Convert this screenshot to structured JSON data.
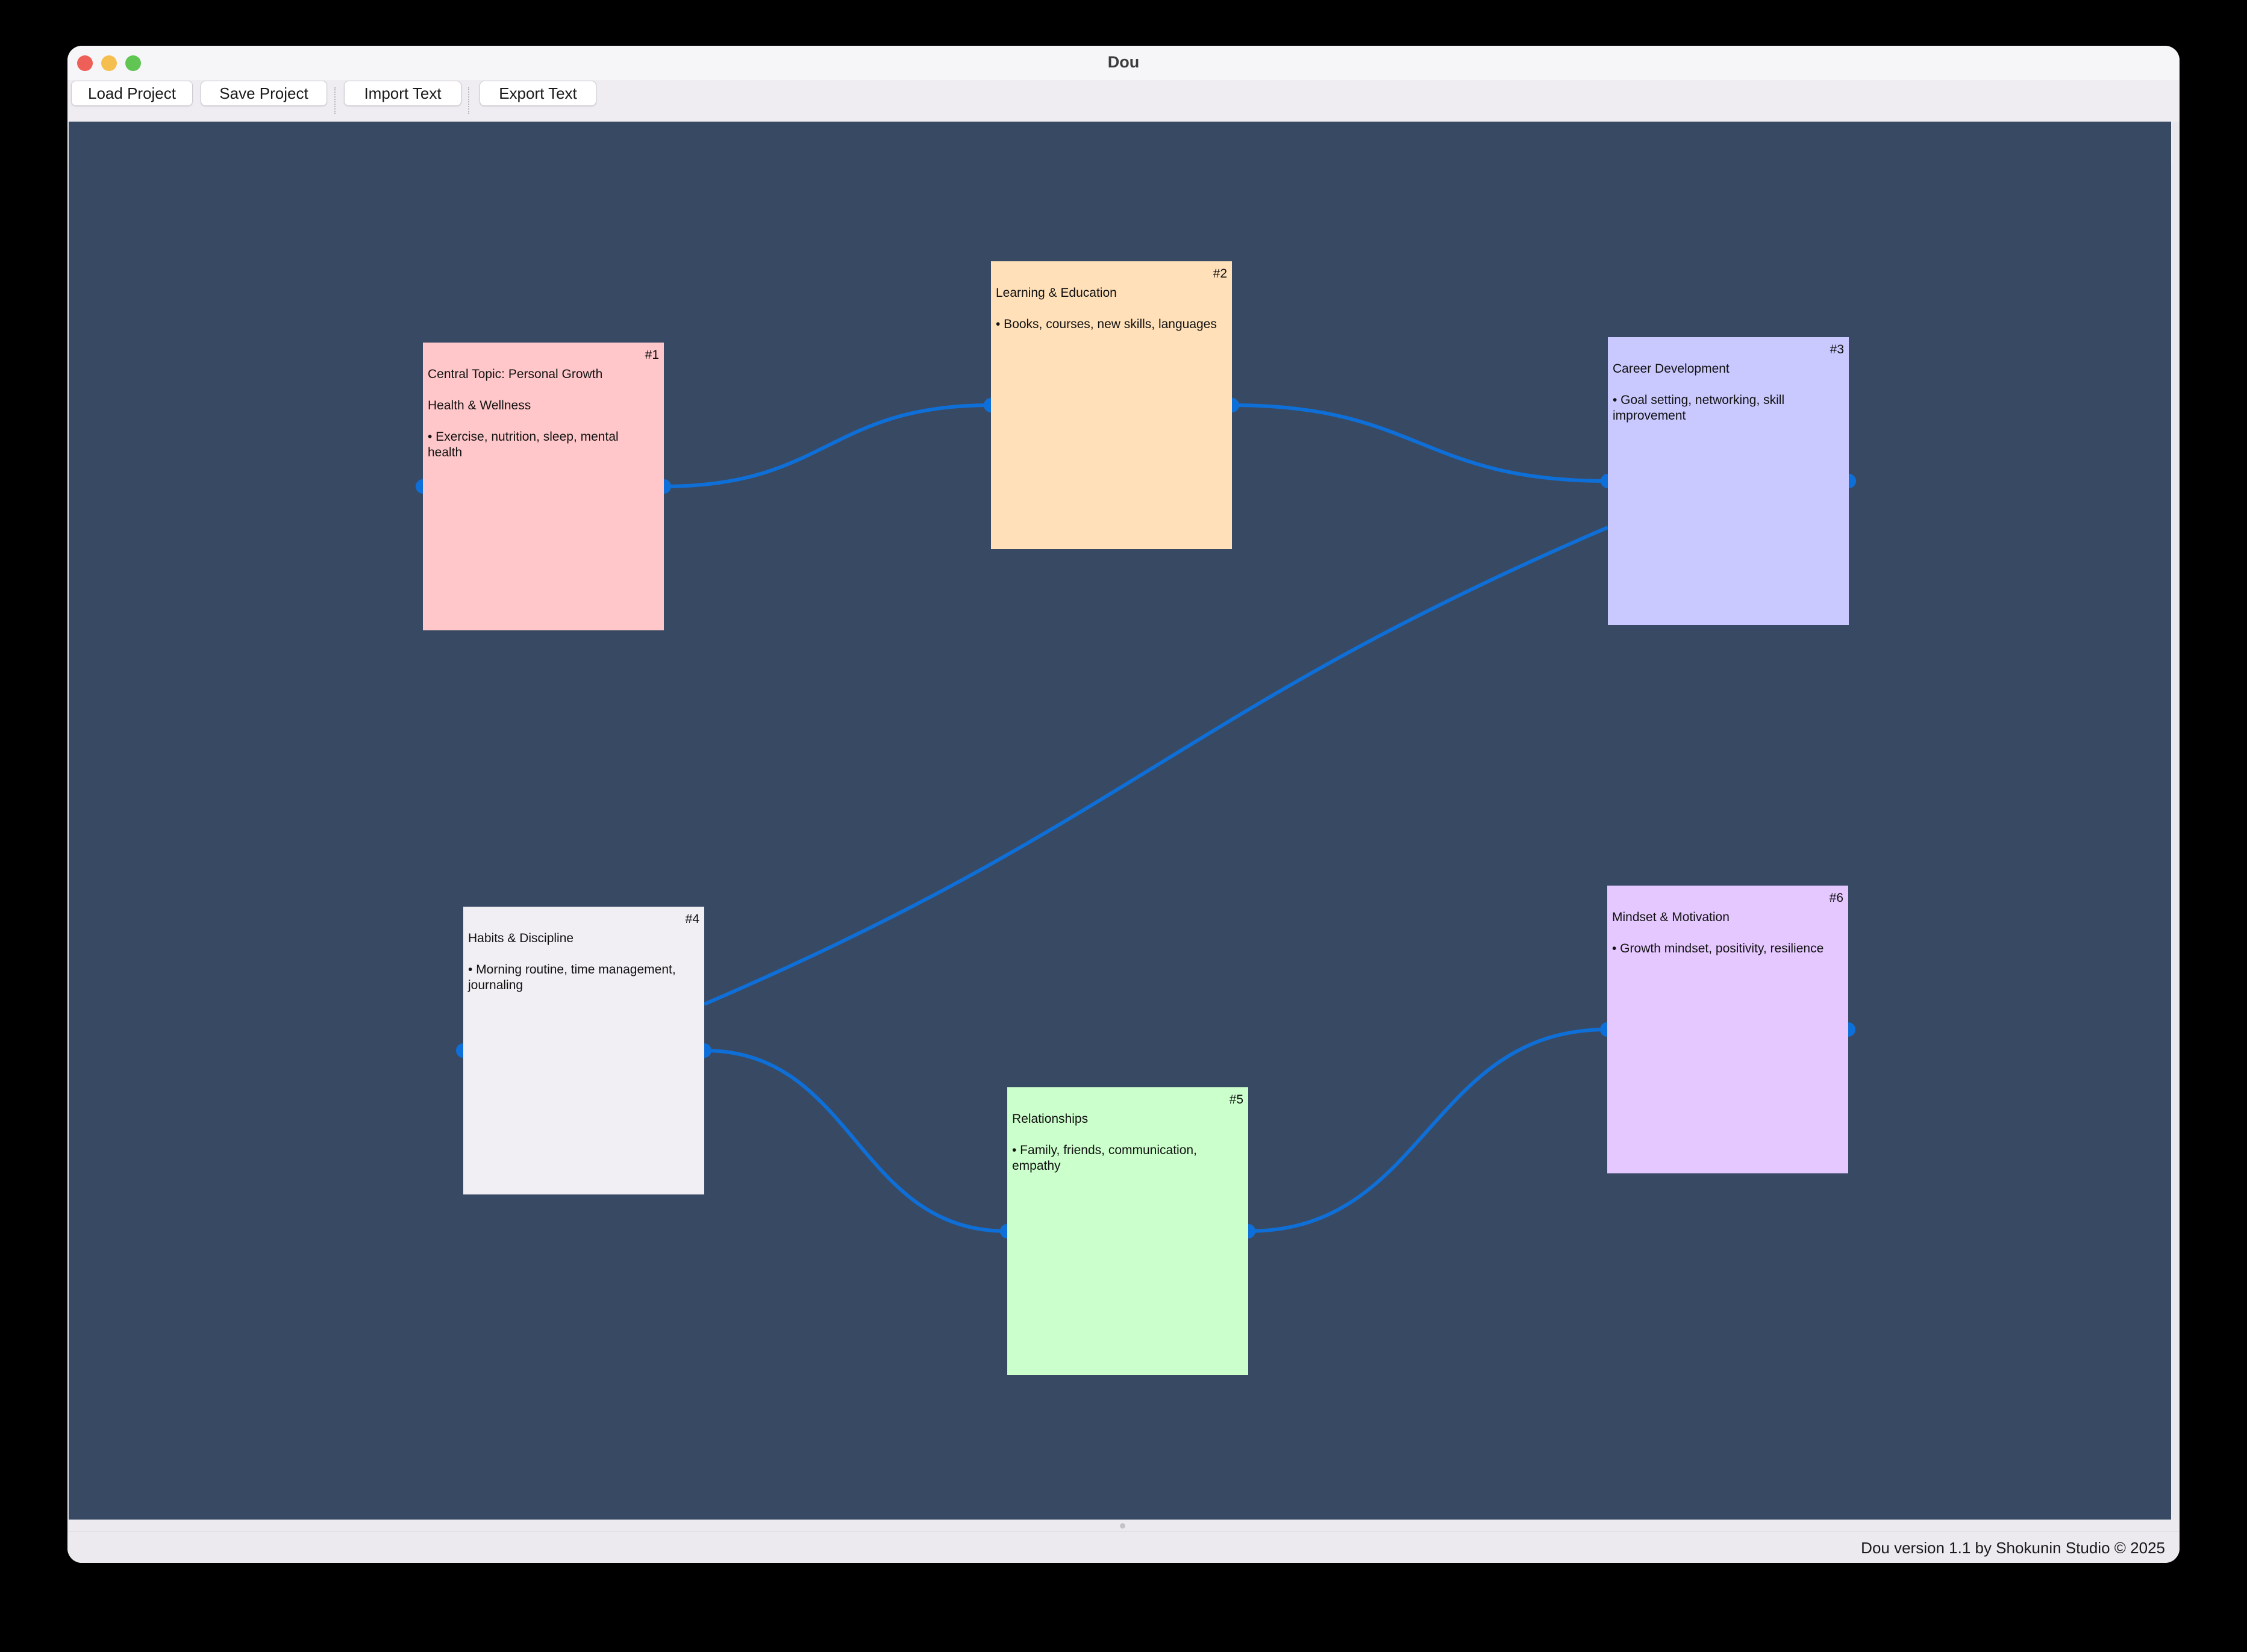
{
  "window": {
    "title": "Dou"
  },
  "toolbar": {
    "load_label": "Load Project",
    "save_label": "Save Project",
    "import_label": "Import Text",
    "export_label": "Export Text"
  },
  "cards": [
    {
      "id": "#1",
      "color": "#ffc7c9",
      "text": "Central Topic: Personal Growth\n\nHealth & Wellness\n\n• Exercise, nutrition, sleep, mental\nhealth"
    },
    {
      "id": "#2",
      "color": "#ffe0b9",
      "text": "Learning & Education\n\n• Books, courses, new skills, languages"
    },
    {
      "id": "#3",
      "color": "#c9c8ff",
      "text": "Career Development\n\n• Goal setting, networking, skill\nimprovement"
    },
    {
      "id": "#4",
      "color": "#f2eff4",
      "text": "Habits & Discipline\n\n• Morning routine, time management,\njournaling"
    },
    {
      "id": "#5",
      "color": "#cbffcb",
      "text": "Relationships\n\n• Family, friends, communication,\nempathy"
    },
    {
      "id": "#6",
      "color": "#e5c8ff",
      "text": "Mindset & Motivation\n\n• Growth mindset, positivity, resilience"
    }
  ],
  "colors": {
    "canvas": "#384a63",
    "link": "#0e6fd8"
  },
  "status": {
    "text": "Dou version 1.1 by Shokunin Studio © 2025"
  }
}
